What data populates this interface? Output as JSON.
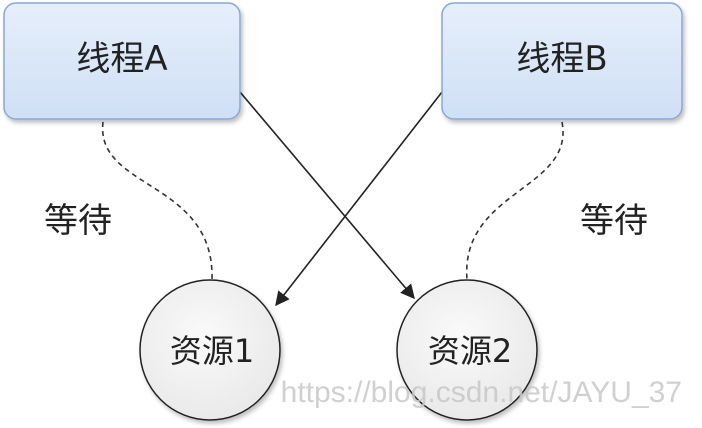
{
  "diagram": {
    "thread_a": {
      "label": "线程A"
    },
    "thread_b": {
      "label": "线程B"
    },
    "resource_1": {
      "label": "资源1"
    },
    "resource_2": {
      "label": "资源2"
    },
    "wait_left": {
      "label": "等待"
    },
    "wait_right": {
      "label": "等待"
    },
    "watermark": "https://blog.csdn.net/JAYU_37"
  },
  "colors": {
    "thread_fill": "#dce8f8",
    "thread_stroke": "#8aa7d6",
    "resource_fill": "#f2f2f2",
    "resource_stroke": "#222222",
    "line": "#222222"
  }
}
